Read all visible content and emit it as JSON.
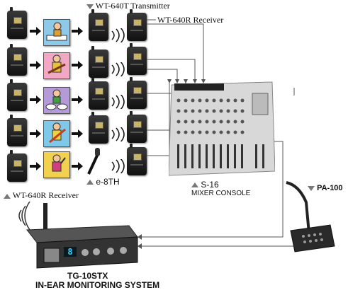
{
  "labels": {
    "transmitter": "WT-640T Transmitter",
    "receiver_top": "WT-640R Receiver",
    "receiver_bottom": "WT-640R Receiver",
    "microphone": "e-8TH",
    "mixer_model": "S-16",
    "mixer_name": "MIXER CONSOLE",
    "paging": "PA-100",
    "system_model": "TG-10STX",
    "system_name": "IN-EAR MONITORING SYSTEM"
  },
  "device_display": {
    "channel": "8"
  },
  "colors": {
    "line": "#555555",
    "accent_triangle": "#777777",
    "device_body": "#1a1a1a"
  }
}
